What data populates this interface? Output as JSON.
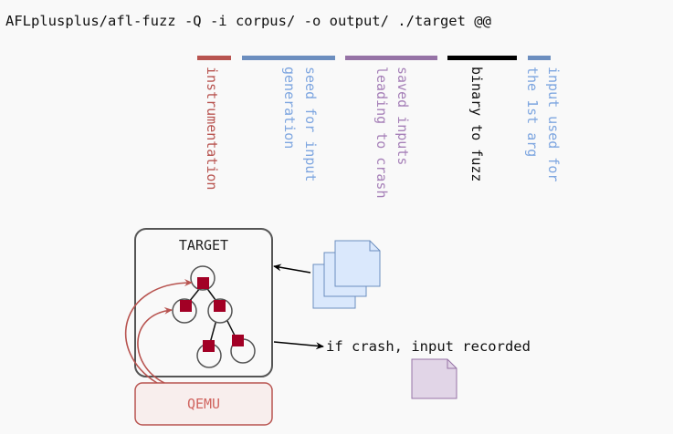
{
  "command": {
    "text_parts": [
      "AFLplusplus/afl-fuzz -Q -i ",
      "corpus/ ",
      "-o ",
      "output/ ",
      "./target ",
      "@@"
    ]
  },
  "annotations": [
    {
      "name": "instrumentation",
      "color": "#b85450",
      "lines": [
        "instrumentation"
      ]
    },
    {
      "name": "seed",
      "color": "#6c8ebf",
      "text_color": "#7ea6e0",
      "lines": [
        "seed for input",
        "generation"
      ]
    },
    {
      "name": "saved",
      "color": "#9673a6",
      "text_color": "#a680b8",
      "lines": [
        "saved inputs",
        "leading to crash"
      ]
    },
    {
      "name": "binary",
      "color": "#000000",
      "text_color": "#111111",
      "lines": [
        "binary to fuzz"
      ]
    },
    {
      "name": "input",
      "color": "#6c8ebf",
      "text_color": "#7ea6e0",
      "lines": [
        "input used for",
        "the 1st arg"
      ]
    }
  ],
  "target": {
    "label": "TARGET"
  },
  "qemu": {
    "label": "QEMU"
  },
  "crash": {
    "label": "if crash, input recorded"
  },
  "colors": {
    "node_red": "#a20025",
    "qemu_stroke": "#b85450",
    "qemu_fill": "#f8cecc",
    "doc_blue_fill": "#dae8fc",
    "doc_blue_stroke": "#6c8ebf",
    "doc_purple_fill": "#e1d5e7",
    "doc_purple_stroke": "#9673a6"
  }
}
